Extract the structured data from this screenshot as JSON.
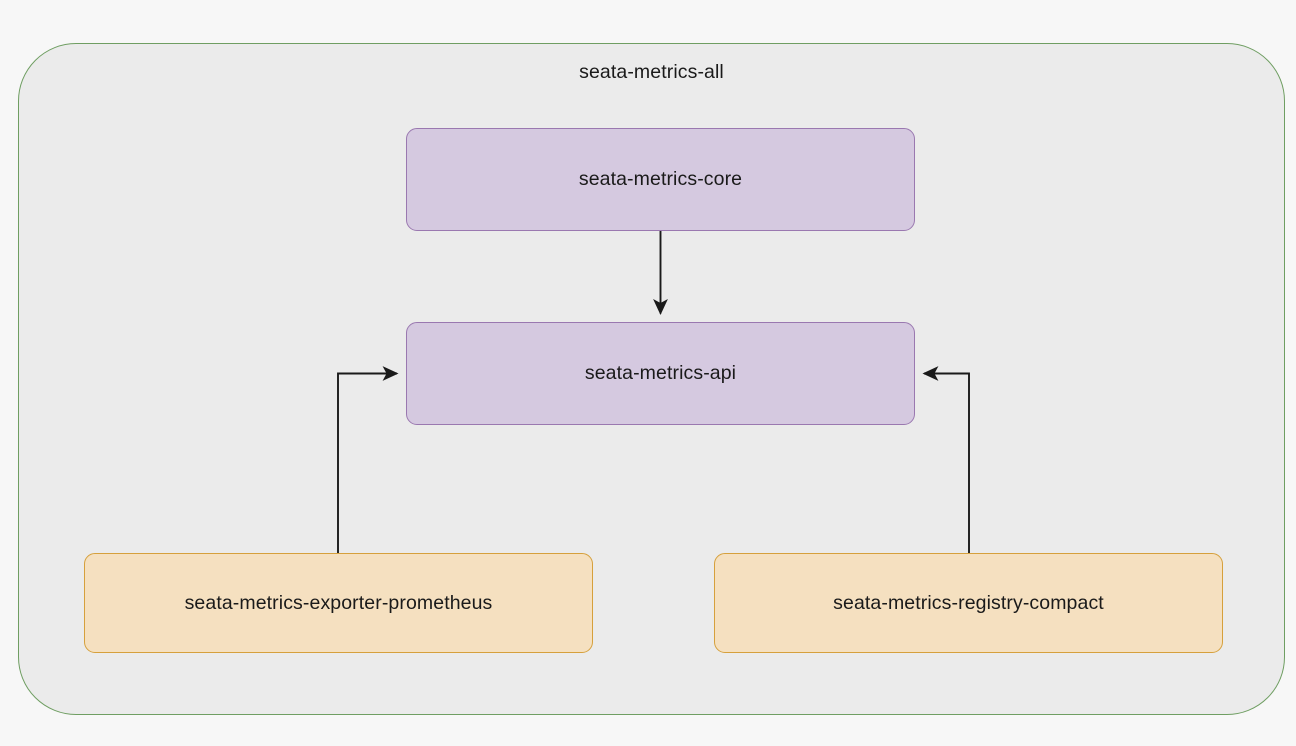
{
  "diagram": {
    "title": "seata-metrics-all",
    "background_color": "#f7f7f7",
    "group": {
      "label": "seata-metrics-all",
      "fill": "#ebebeb",
      "stroke": "#6f9e62"
    },
    "nodes": [
      {
        "id": "core",
        "label": "seata-metrics-core",
        "fill": "#d5c9e0",
        "stroke": "#9a78b0"
      },
      {
        "id": "api",
        "label": "seata-metrics-api",
        "fill": "#d5c9e0",
        "stroke": "#9a78b0"
      },
      {
        "id": "exporter",
        "label": "seata-metrics-exporter-prometheus",
        "fill": "#f5e0c0",
        "stroke": "#d6a03c"
      },
      {
        "id": "registry",
        "label": "seata-metrics-registry-compact",
        "fill": "#f5e0c0",
        "stroke": "#d6a03c"
      }
    ],
    "edges": [
      {
        "id": "core-to-api",
        "from": "core",
        "to": "api",
        "style": "solid",
        "arrow": "end"
      },
      {
        "id": "exporter-to-api",
        "from": "exporter",
        "to": "api",
        "style": "solid",
        "arrow": "end"
      },
      {
        "id": "registry-to-api",
        "from": "registry",
        "to": "api",
        "style": "solid",
        "arrow": "end"
      }
    ],
    "edge_color": "#1a1a1a"
  }
}
